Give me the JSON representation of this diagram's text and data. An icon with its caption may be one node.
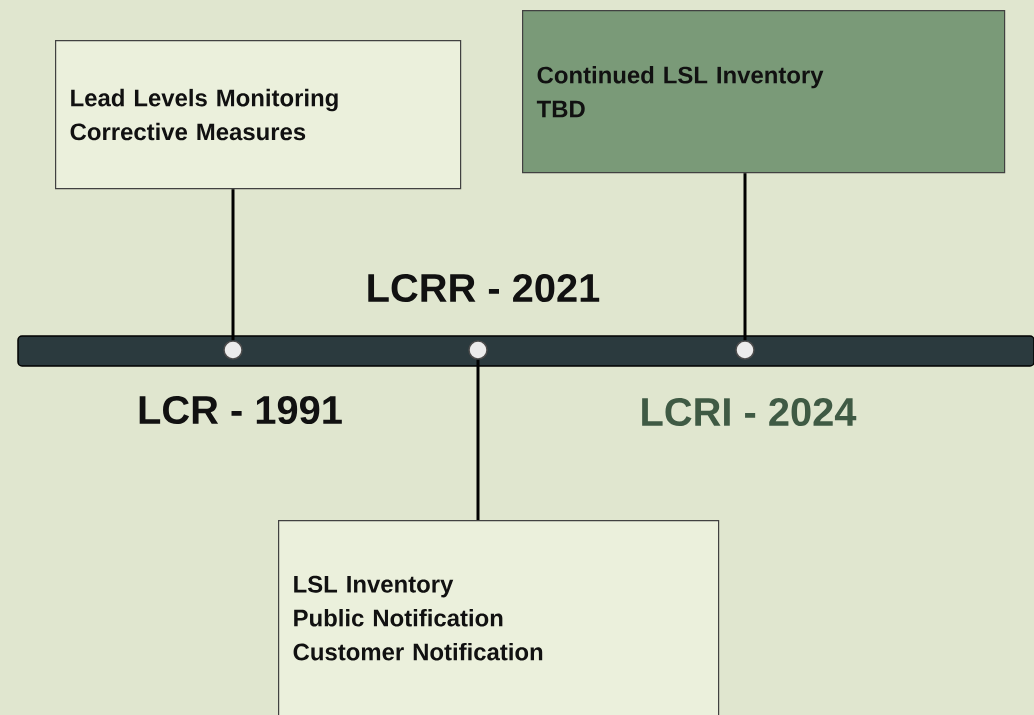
{
  "diagram": {
    "nodes": [
      {
        "text": [
          "Lead Levels Monitoring",
          "Corrective Measures"
        ]
      },
      {
        "text": [
          "Continued LSL Inventory",
          "TBD"
        ]
      },
      {
        "text": [],
        "shape": "circle"
      },
      {
        "text": [],
        "shape": "circle"
      },
      {
        "text": [],
        "shape": "circle"
      },
      {
        "text": [
          "LSL Inventory",
          "Public Notification",
          "Customer Notification"
        ]
      }
    ],
    "edges": [
      {
        "from": 0,
        "to": 2,
        "arrow": "none"
      },
      {
        "from": 1,
        "to": 4,
        "arrow": "none"
      },
      {
        "from": 3,
        "to": 5,
        "arrow": "none"
      }
    ],
    "labels": [
      "LCRR - 2021",
      "LCR - 1991",
      "LCRI - 2024"
    ]
  }
}
